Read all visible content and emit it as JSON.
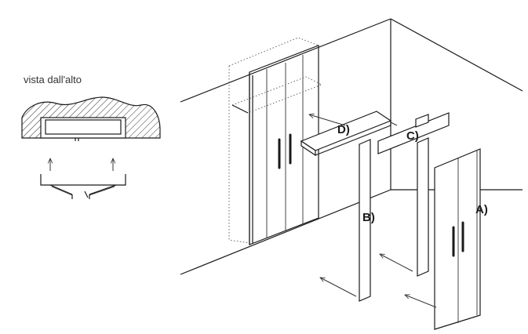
{
  "top_view": {
    "caption": "vista dall'alto"
  },
  "parts": {
    "a": "A)",
    "b": "B)",
    "c": "C)",
    "d": "D)"
  },
  "colors": {
    "line": "#1a1a1a",
    "background": "#ffffff"
  }
}
